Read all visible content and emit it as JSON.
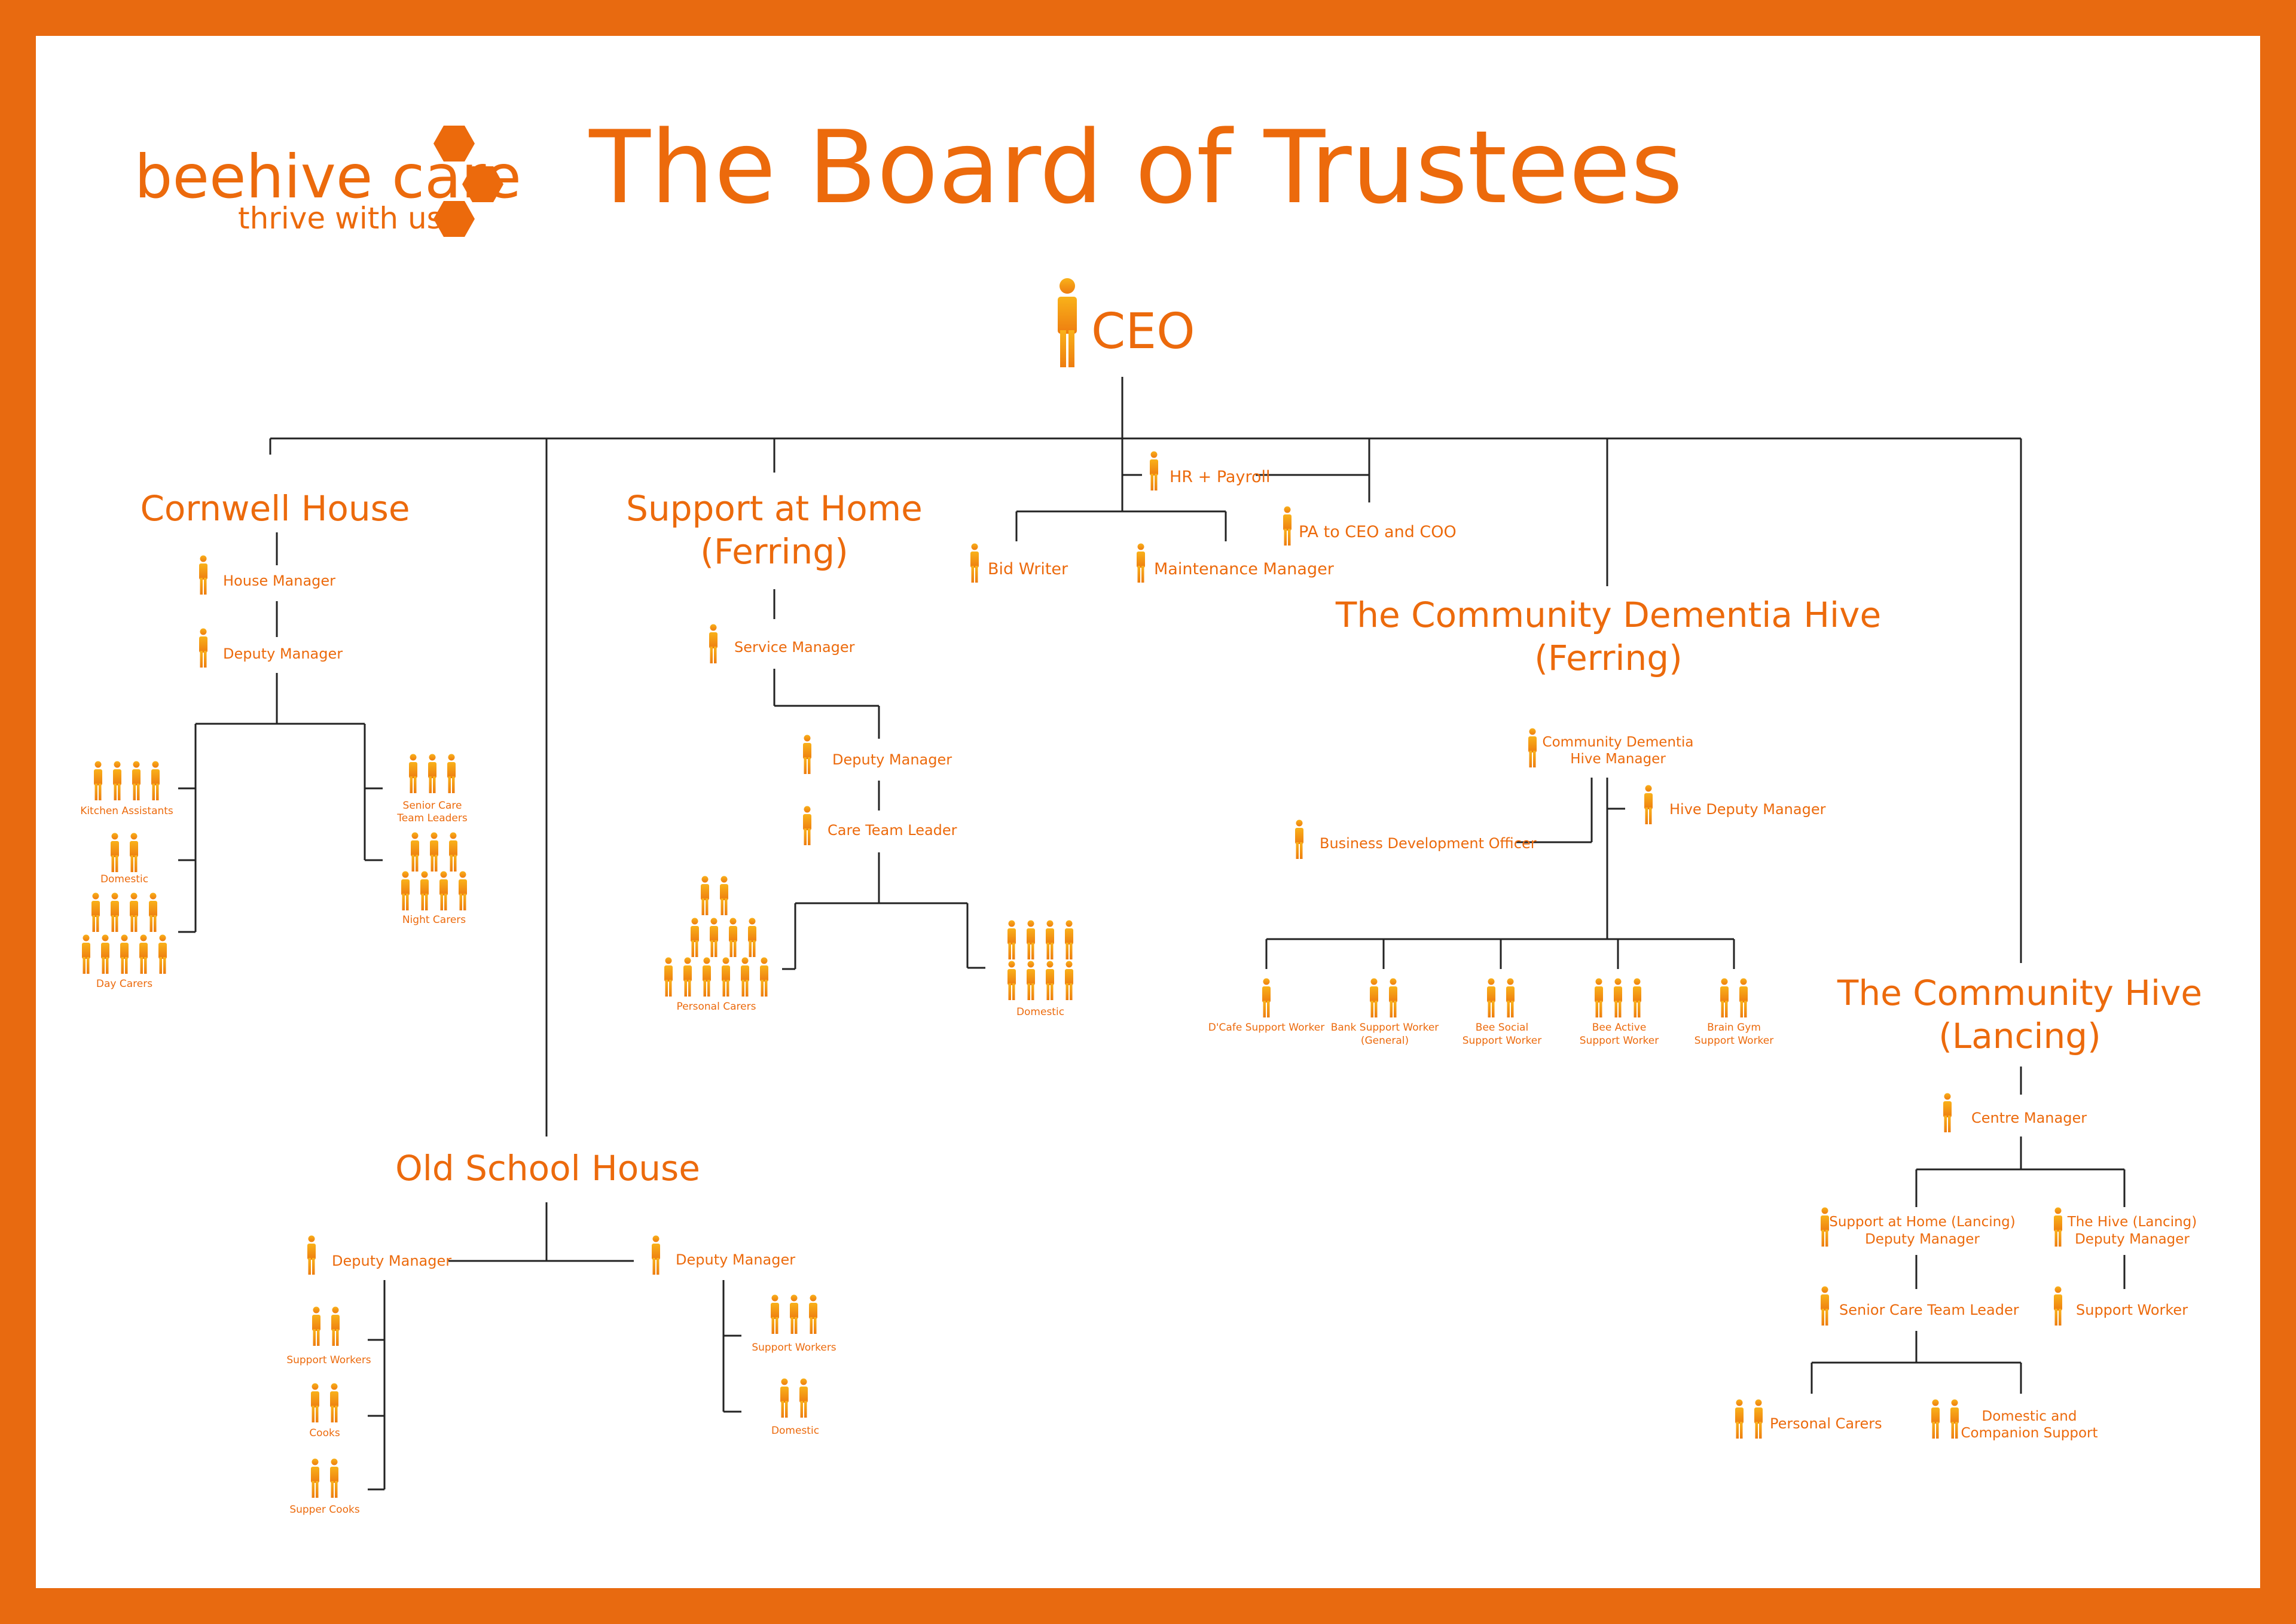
{
  "logo": {
    "brand": "beehive care",
    "tagline": "thrive with us"
  },
  "title": "The Board of Trustees",
  "colors": {
    "frame": "#e86a10",
    "accent": "#ec6a0c",
    "figure": "#f29a14",
    "line": "#222222"
  },
  "top": {
    "ceo": "CEO",
    "hr_payroll": "HR + Payroll",
    "pa": "PA to CEO and COO",
    "bid_writer": "Bid Writer",
    "maintenance": "Maintenance Manager"
  },
  "cornwell": {
    "name": "Cornwell House",
    "house_manager": "House Manager",
    "deputy_manager": "Deputy Manager",
    "kitchen": "Kitchen Assistants",
    "domestic": "Domestic",
    "day_carers": "Day Carers",
    "senior_care": [
      "Senior Care",
      "Team Leaders"
    ],
    "night_carers": "Night Carers"
  },
  "support_home": {
    "name": [
      "Support at Home",
      "(Ferring)"
    ],
    "service_manager": "Service Manager",
    "deputy_manager": "Deputy Manager",
    "care_team_leader": "Care Team Leader",
    "personal_carers": "Personal Carers",
    "domestic": "Domestic"
  },
  "old_school": {
    "name": "Old School House",
    "deputy_left": "Deputy Manager",
    "deputy_right": "Deputy Manager",
    "support_workers_left": "Support Workers",
    "cooks": "Cooks",
    "supper_cooks": "Supper Cooks",
    "support_workers_right": "Support Workers",
    "domestic": "Domestic"
  },
  "dementia_hive": {
    "name": [
      "The Community Dementia Hive",
      "(Ferring)"
    ],
    "manager": [
      "Community Dementia",
      "Hive Manager"
    ],
    "hive_deputy": "Hive Deputy Manager",
    "business_dev": "Business Development Officer",
    "roles": [
      [
        "D'Cafe Support Worker"
      ],
      [
        "Bank Support Worker",
        "(General)"
      ],
      [
        "Bee Social",
        "Support Worker"
      ],
      [
        "Bee Active",
        "Support Worker"
      ],
      [
        "Brain Gym",
        "Support Worker"
      ]
    ]
  },
  "community_hive": {
    "name": [
      "The Community Hive",
      "(Lancing)"
    ],
    "centre_manager": "Centre Manager",
    "sah_deputy": [
      "Support at Home (Lancing)",
      "Deputy Manager"
    ],
    "hive_deputy": [
      "The Hive (Lancing)",
      "Deputy Manager"
    ],
    "senior_care_leader": "Senior Care Team Leader",
    "support_worker": "Support Worker",
    "personal_carers": "Personal Carers",
    "domestic_companion": [
      "Domestic and",
      "Companion Support"
    ]
  }
}
